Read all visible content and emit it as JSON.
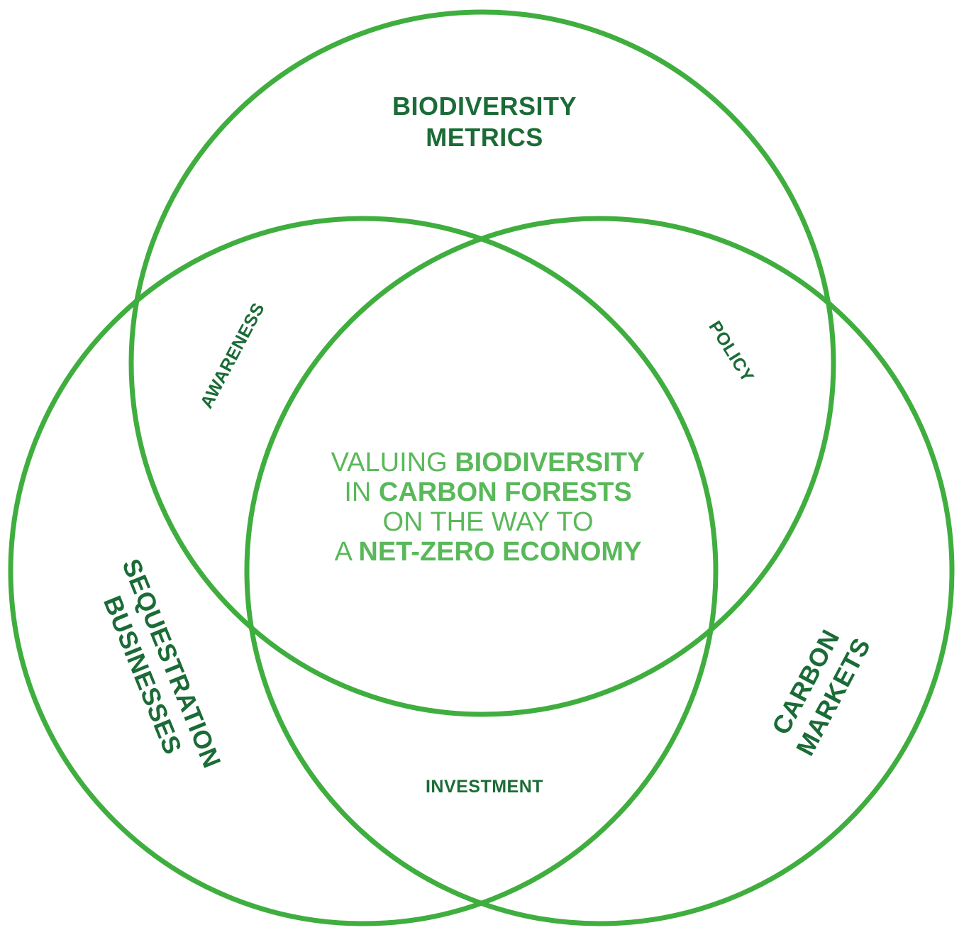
{
  "sets": {
    "biodiversity_metrics": [
      "BIODIVERSITY",
      "METRICS"
    ],
    "sequestration_businesses": [
      "SEQUESTRATION",
      "BUSINESSES"
    ],
    "carbon_markets": [
      "CARBON",
      "MARKETS"
    ]
  },
  "overlaps": {
    "awareness": "AWARENESS",
    "policy": "POLICY",
    "investment": "INVESTMENT"
  },
  "center": {
    "line1": {
      "light": "VALUING ",
      "bold": "BIODIVERSITY"
    },
    "line2": {
      "light": "IN ",
      "bold": "CARBON FORESTS"
    },
    "line3": {
      "light": "ON THE WAY TO"
    },
    "line4": {
      "light": "A ",
      "bold": "NET-ZERO ECONOMY"
    }
  },
  "colors": {
    "ring": "#3fae3f",
    "label_dark": "#1b6b36",
    "center_text": "#59b859",
    "background": "#ffffff"
  }
}
